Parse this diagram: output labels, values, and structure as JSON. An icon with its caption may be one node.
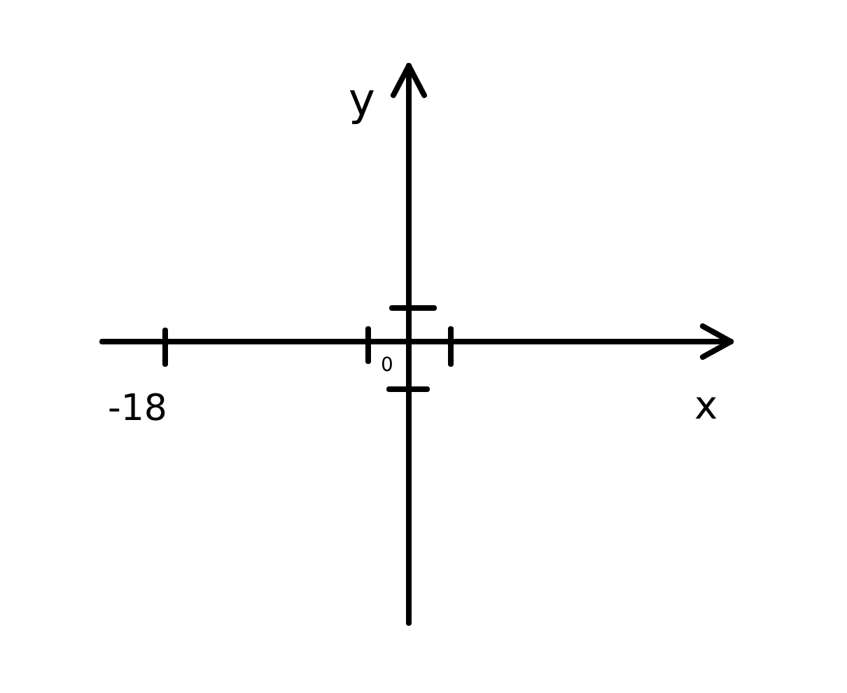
{
  "diagram": {
    "labels": [
      "y",
      "0",
      "-18",
      "x"
    ]
  }
}
